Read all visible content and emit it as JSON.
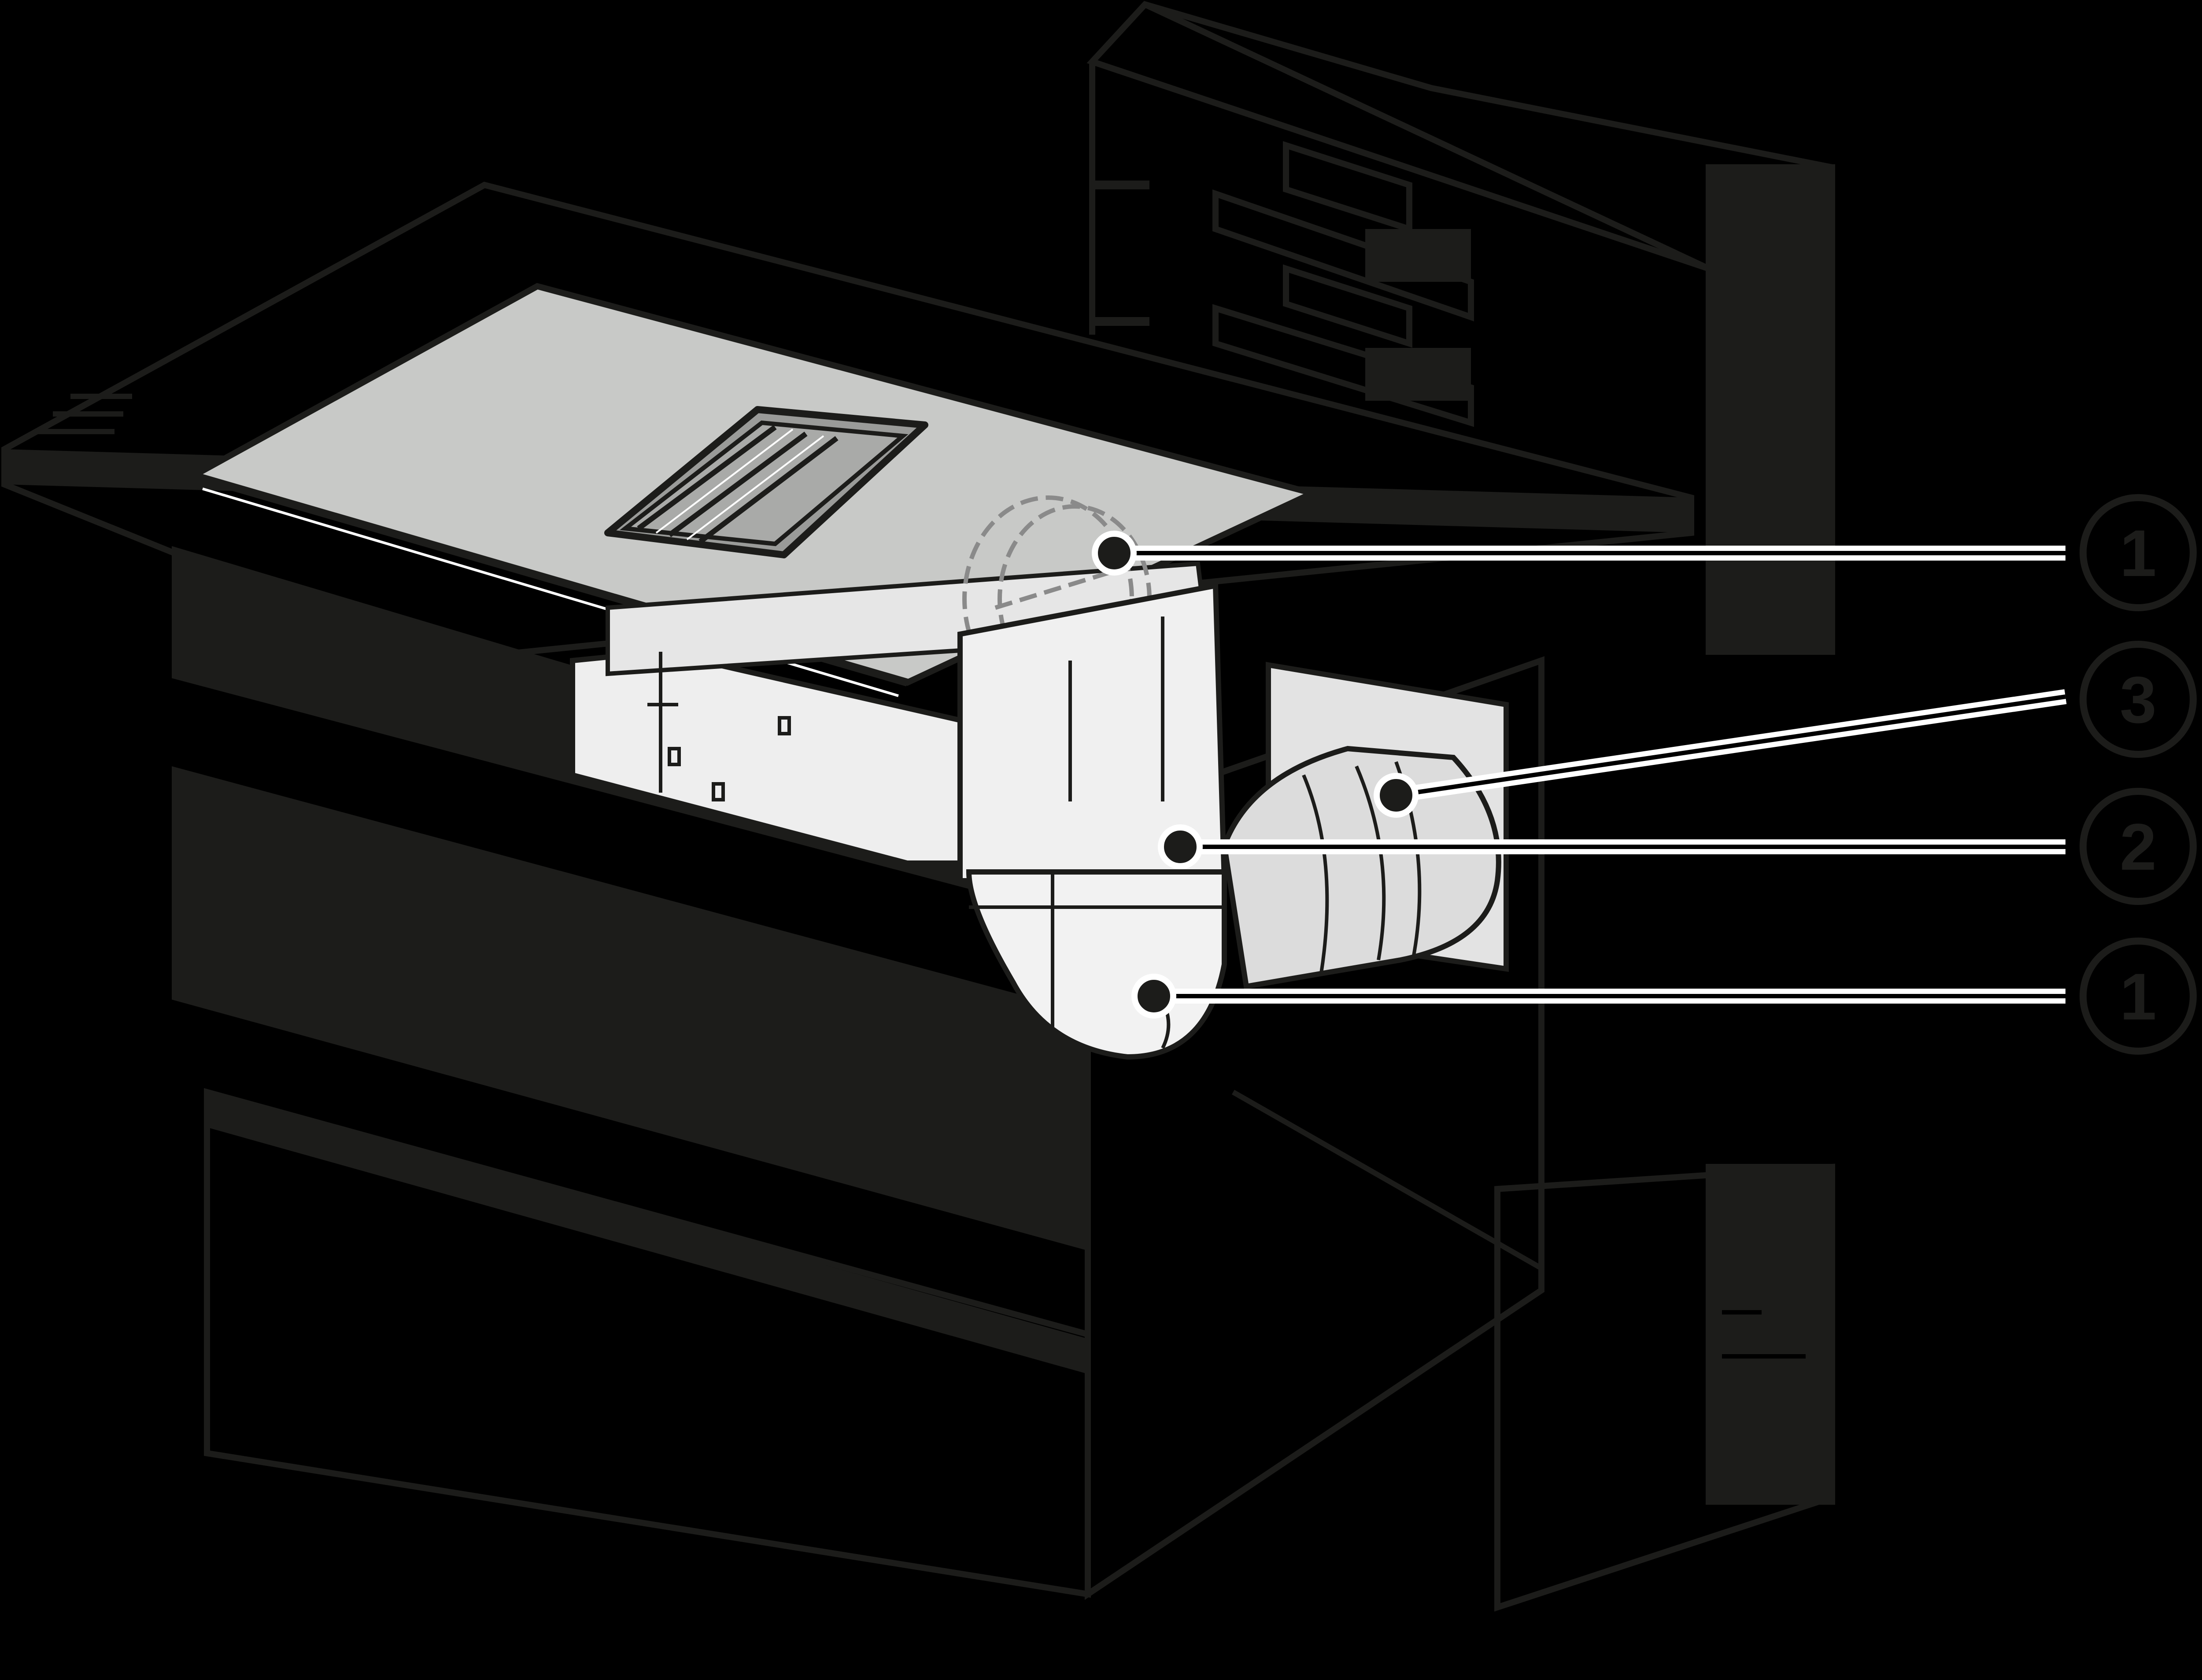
{
  "diagram": {
    "type": "installation-illustration",
    "subject": "Downdraft extractor cooktop installed in kitchen island base unit with external ducting",
    "colors": {
      "background": "#000000",
      "surface_dark": "#1c1c1a",
      "cooktop": "#c8c9c7",
      "motor_housing": "#f2f2f2",
      "duct": "#dcdcdc",
      "leader_line": "#ffffff",
      "callout_ring": "#1c1c1a"
    },
    "callouts": [
      {
        "id": "c1-top",
        "label": "1",
        "target": "upper fan / duct connector (hidden, dashed)"
      },
      {
        "id": "c3",
        "label": "3",
        "target": "wall duct connection plate"
      },
      {
        "id": "c2",
        "label": "2",
        "target": "motor housing adapter"
      },
      {
        "id": "c1-bottom",
        "label": "1",
        "target": "fan unit"
      }
    ]
  }
}
